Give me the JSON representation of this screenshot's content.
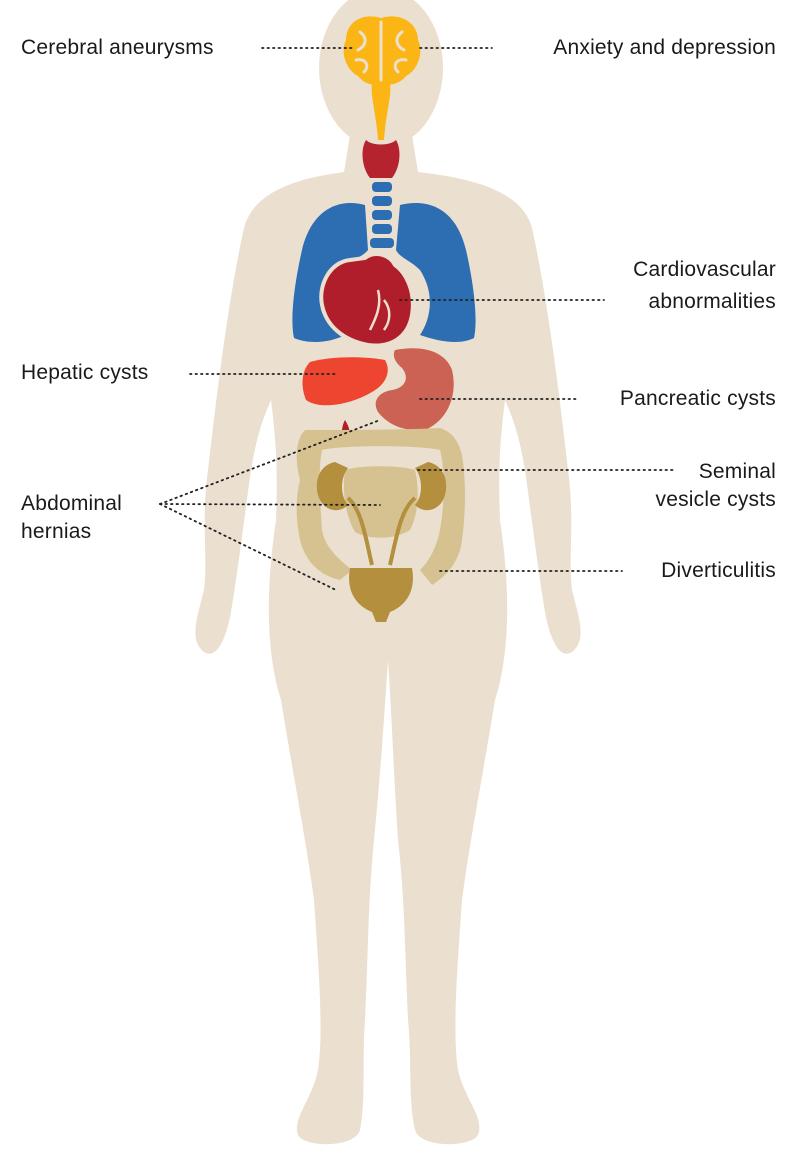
{
  "labels": {
    "cerebral_aneurysms": "Cerebral aneurysms",
    "anxiety_depression": "Anxiety and depression",
    "cardiovascular": [
      "Cardiovascular",
      "abnormalities"
    ],
    "hepatic_cysts": "Hepatic cysts",
    "pancreatic_cysts": "Pancreatic cysts",
    "abdominal_hernias": [
      "Abdominal",
      "hernias"
    ],
    "seminal_vesicle_cysts": [
      "Seminal",
      "vesicle cysts"
    ],
    "diverticulitis": "Diverticulitis"
  },
  "colors": {
    "body": "#ebe0cf",
    "brain": "#fbb616",
    "thyroid": "#b5232f",
    "lungs": "#2d6db2",
    "trachea": "#2d6db2",
    "heart": "#b01e2b",
    "liver": "#ee4530",
    "stomach": "#cc6253",
    "intestine": "#d6c291",
    "kidneys_bladder": "#b38f3e",
    "leader": "#222222"
  }
}
